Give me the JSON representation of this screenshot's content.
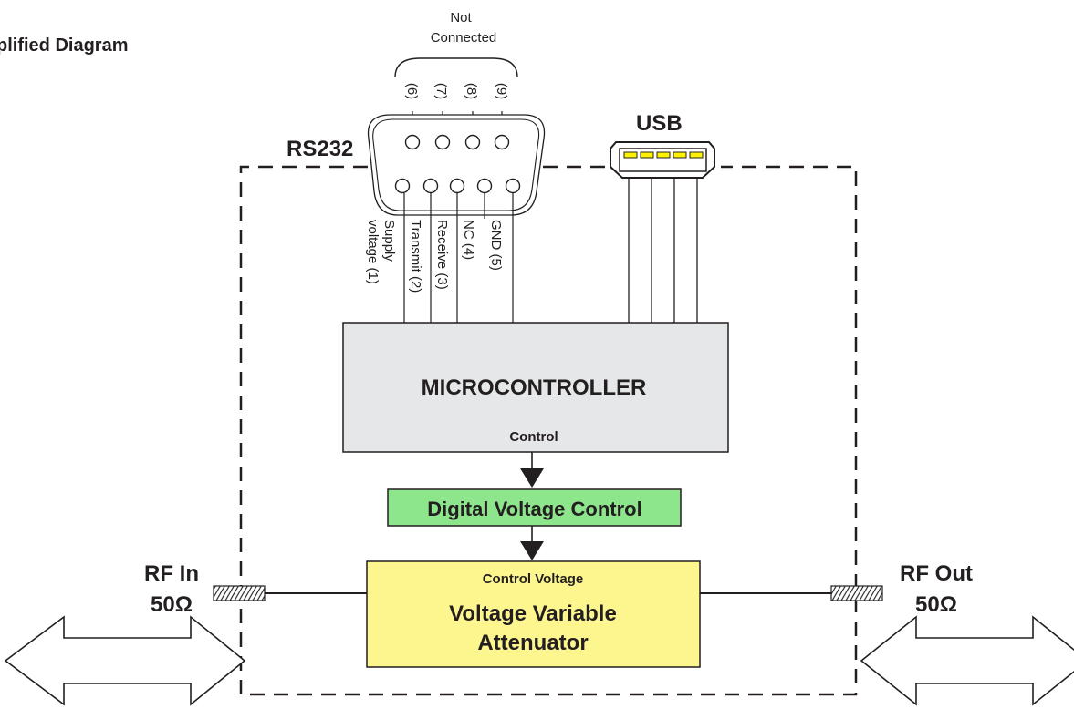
{
  "title": "plified Diagram",
  "rs232": {
    "label": "RS232",
    "not_connected_line1": "Not",
    "not_connected_line2": "Connected",
    "top_pins": [
      "(6)",
      "(7)",
      "(8)",
      "(9)"
    ],
    "supply_line1": "Supply",
    "supply_line2": "voltage (1)",
    "transmit": "Transmit (2)",
    "receive": "Receive (3)",
    "nc": "NC (4)",
    "gnd": "GND (5)"
  },
  "usb": {
    "label": "USB"
  },
  "microcontroller": {
    "label": "MICROCONTROLLER",
    "control": "Control"
  },
  "dvc": {
    "label": "Digital Voltage Control"
  },
  "vva": {
    "control_voltage": "Control Voltage",
    "line1": "Voltage Variable",
    "line2": "Attenuator"
  },
  "rf_in": {
    "line1": "RF In",
    "line2": "50Ω"
  },
  "rf_out": {
    "line1": "RF Out",
    "line2": "50Ω"
  },
  "colors": {
    "stroke": "#231f20",
    "microcontroller_fill": "#e6e7e8",
    "dvc_fill": "#8ee68c",
    "vva_fill": "#fdf58e",
    "usb_pin": "#fff200"
  }
}
